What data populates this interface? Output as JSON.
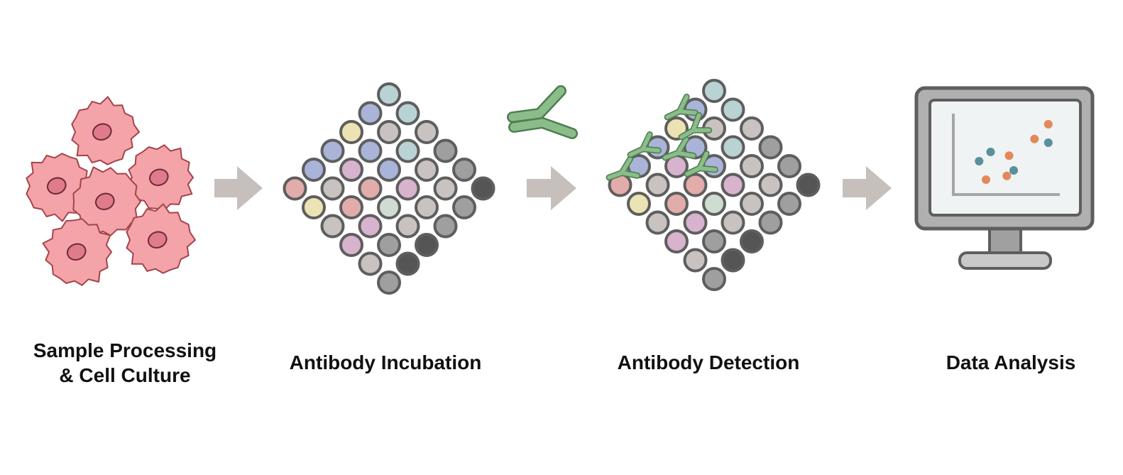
{
  "workflow": {
    "stages": [
      {
        "id": "sample",
        "label_lines": [
          "Sample Processing",
          "& Cell Culture"
        ],
        "icon": "cell-cluster-icon"
      },
      {
        "id": "incubation",
        "label_lines": [
          "Antibody Incubation"
        ],
        "icon": "well-plate-icon"
      },
      {
        "id": "detection",
        "label_lines": [
          "Antibody Detection"
        ],
        "icon": "well-plate-with-antibodies-icon"
      },
      {
        "id": "analysis",
        "label_lines": [
          "Data Analysis"
        ],
        "icon": "monitor-scatter-plot-icon"
      }
    ],
    "connectors": [
      "arrow-right-icon",
      "arrow-right-icon",
      "arrow-right-icon"
    ],
    "floating_icon": "antibody-icon"
  },
  "colors": {
    "cell_fill": "#f4a3a8",
    "cell_stroke": "#a4444c",
    "nucleus_fill": "#e07b8c",
    "arrow": "#c6bfbb",
    "antibody_fill": "#8bbd8b",
    "antibody_stroke": "#4f7d50",
    "well_stroke": "#5e5e5e",
    "monitor_frame": "#a9a9a9",
    "monitor_screen": "#eff3f3",
    "point_teal": "#5a8f9c",
    "point_orange": "#e2895a",
    "well_palette": {
      "teal": "#b9d2d4",
      "blue": "#a9b4d8",
      "yellow": "#ece3b4",
      "pink": "#e2acab",
      "mauve": "#d7b3cd",
      "mint": "#cfdcd2",
      "lightgray": "#c8c2c0",
      "midgray": "#9f9f9f",
      "dark": "#555555"
    }
  },
  "plates": {
    "incubation": {
      "rows": [
        [
          "teal"
        ],
        [
          "blue",
          "teal"
        ],
        [
          "yellow",
          "lightgray",
          "lightgray"
        ],
        [
          "blue",
          "blue",
          "teal",
          "midgray"
        ],
        [
          "blue",
          "mauve",
          "blue",
          "lightgray",
          "midgray"
        ],
        [
          "pink",
          "lightgray",
          "pink",
          "mauve",
          "lightgray",
          "dark"
        ],
        [
          "yellow",
          "pink",
          "mint",
          "lightgray",
          "midgray"
        ],
        [
          "lightgray",
          "mauve",
          "lightgray",
          "midgray"
        ],
        [
          "mauve",
          "midgray",
          "dark"
        ],
        [
          "lightgray",
          "dark"
        ],
        [
          "midgray"
        ]
      ]
    },
    "detection": {
      "rows": [
        [
          "teal"
        ],
        [
          "blue",
          "teal"
        ],
        [
          "yellow",
          "lightgray",
          "lightgray"
        ],
        [
          "blue",
          "blue",
          "teal",
          "midgray"
        ],
        [
          "blue",
          "mauve",
          "blue",
          "lightgray",
          "midgray"
        ],
        [
          "pink",
          "lightgray",
          "pink",
          "mauve",
          "lightgray",
          "dark"
        ],
        [
          "yellow",
          "pink",
          "mint",
          "lightgray",
          "midgray"
        ],
        [
          "lightgray",
          "mauve",
          "lightgray",
          "midgray"
        ],
        [
          "mauve",
          "midgray",
          "dark"
        ],
        [
          "lightgray",
          "dark"
        ],
        [
          "midgray"
        ]
      ]
    }
  },
  "scatter_points": [
    {
      "x": 1,
      "y": 3,
      "color": "teal"
    },
    {
      "x": 2,
      "y": 4,
      "color": "teal"
    },
    {
      "x": 4,
      "y": 2,
      "color": "teal"
    },
    {
      "x": 7,
      "y": 5,
      "color": "teal"
    },
    {
      "x": 1.6,
      "y": 1,
      "color": "orange"
    },
    {
      "x": 3.4,
      "y": 1.4,
      "color": "orange"
    },
    {
      "x": 3.6,
      "y": 3.6,
      "color": "orange"
    },
    {
      "x": 5.8,
      "y": 5.4,
      "color": "orange"
    },
    {
      "x": 7,
      "y": 7,
      "color": "orange"
    }
  ]
}
